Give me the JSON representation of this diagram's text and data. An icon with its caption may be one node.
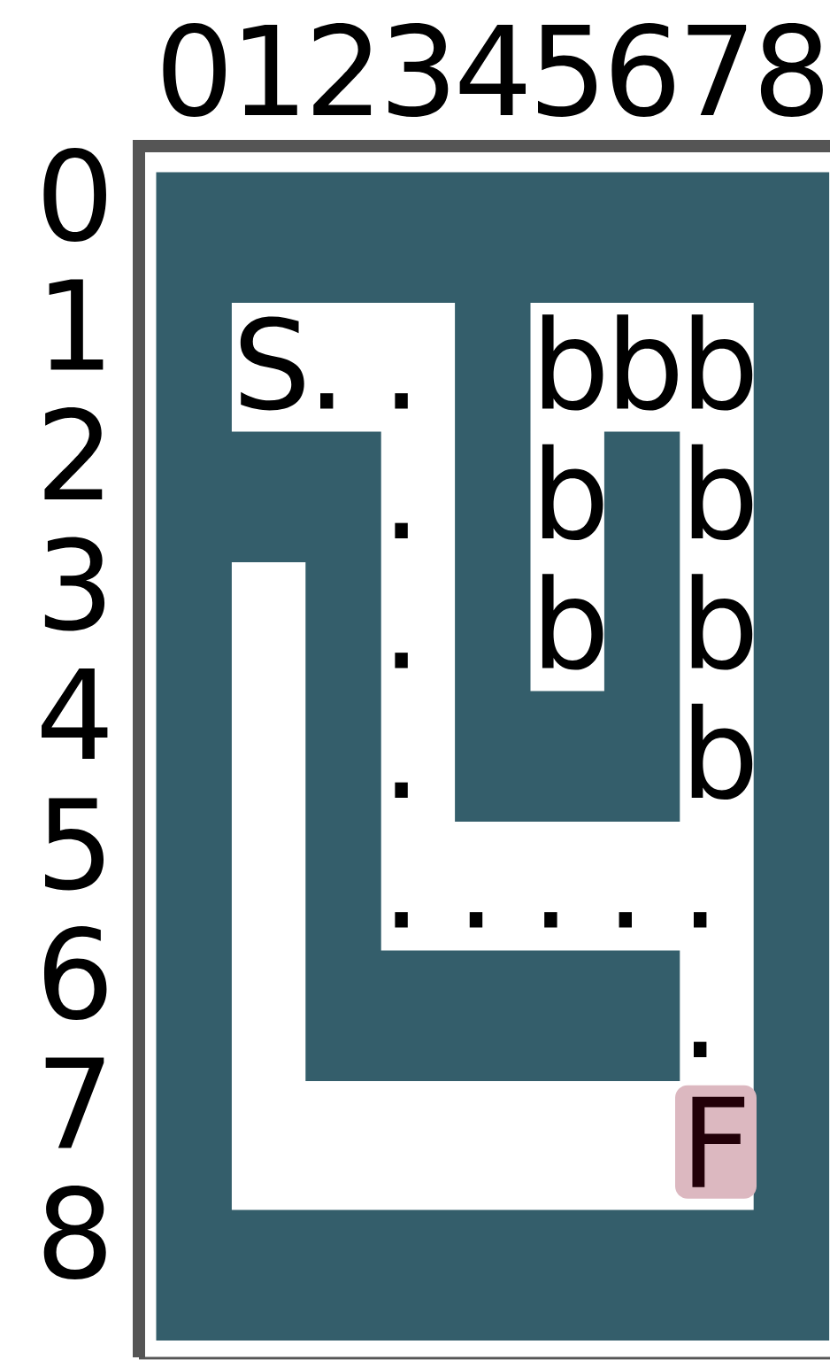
{
  "diagram": {
    "nodes": [
      {
        "text": [
          "F"
        ]
      }
    ],
    "labels": [
      "0",
      "1",
      "2",
      "3",
      "4",
      "5",
      "6",
      "7",
      "8",
      "0",
      "1",
      "S",
      ".",
      ".",
      "b",
      "b",
      "b",
      "2",
      ".",
      "b",
      "b",
      "3",
      ".",
      "b",
      "b",
      "4",
      ".",
      "b",
      "5",
      ".",
      ".",
      ".",
      ".",
      ".",
      "6",
      ".",
      "7",
      "8"
    ]
  }
}
